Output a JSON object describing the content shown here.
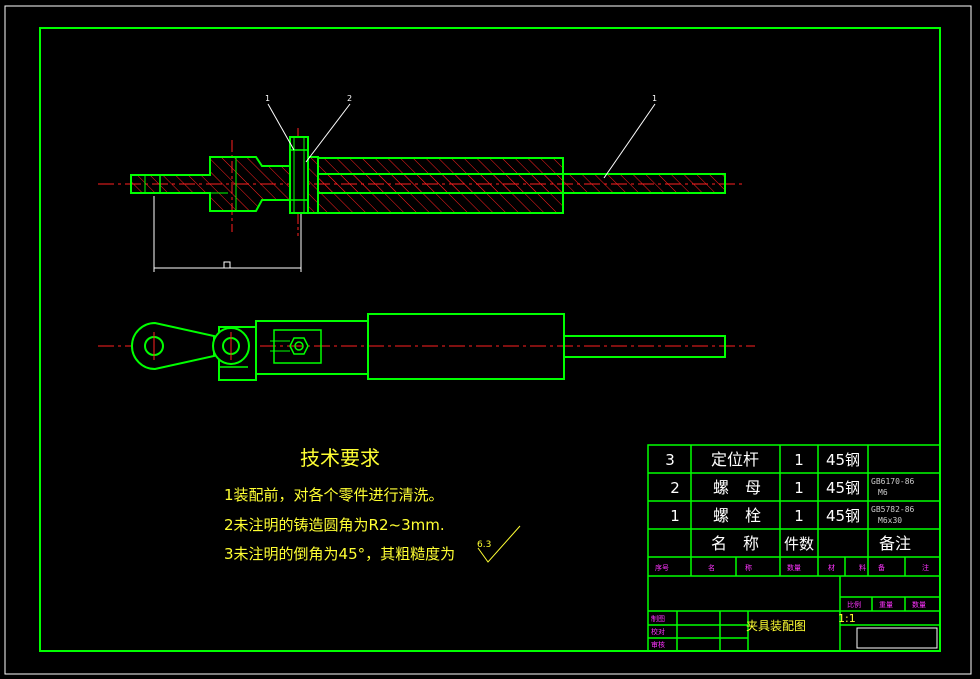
{
  "drawing": {
    "title": "夹具装配图",
    "scale": "1:1"
  },
  "tech": {
    "heading": "技术要求",
    "notes": [
      "1装配前，对各个零件进行清洗。",
      "2未注明的铸造圆角为R2~3mm.",
      "3未注明的倒角为45°，其粗糙度为"
    ],
    "roughness": "6.3"
  },
  "bom": {
    "rows": [
      {
        "no": "3",
        "name": "定位杆",
        "qty": "1",
        "material": "45钢",
        "note_a": "",
        "note_b": ""
      },
      {
        "no": "2",
        "name": "螺　母",
        "qty": "1",
        "material": "45钢",
        "note_a": "GB6170-86",
        "note_b": "M6"
      },
      {
        "no": "1",
        "name": "螺　栓",
        "qty": "1",
        "material": "45钢",
        "note_a": "GB5782-86",
        "note_b": "M6x30"
      }
    ],
    "header": {
      "name": "名　称",
      "qty": "件数",
      "note": "备注"
    },
    "subheader": [
      "序号",
      "名",
      "称",
      "数量",
      "材",
      "料",
      "备",
      "注"
    ]
  },
  "titleblock": {
    "roles": [
      "制图",
      "校对",
      "审核"
    ],
    "cells": [
      "比例",
      "重量",
      "数量"
    ]
  },
  "balloons": [
    "1",
    "2",
    "1"
  ],
  "dim": {
    "length": "□"
  }
}
